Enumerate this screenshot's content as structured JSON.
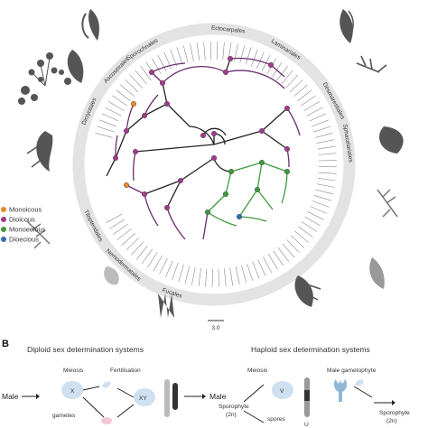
{
  "panelA": {
    "orders": [
      {
        "label": "Ectocarpales",
        "angle": -84
      },
      {
        "label": "Laminariales",
        "angle": -58
      },
      {
        "label": "Desmarestiales",
        "angle": -28
      },
      {
        "label": "Sphacelariales",
        "angle": -9
      },
      {
        "label": "Fucales",
        "angle": 108
      },
      {
        "label": "Nemodermatales",
        "angle": 132
      },
      {
        "label": "Tilopteridales",
        "angle": 153
      },
      {
        "label": "Dictyotales",
        "angle": -157
      },
      {
        "label": "Ascoseirales",
        "angle": -136
      },
      {
        "label": "Sporochnales",
        "angle": -122
      }
    ],
    "legend": [
      {
        "label": "Monoicous",
        "color": "#e8892a"
      },
      {
        "label": "Dioicous",
        "color": "#a23a8a"
      },
      {
        "label": "Monoecious",
        "color": "#3f9a3e"
      },
      {
        "label": "Dioecious",
        "color": "#2f6fb0"
      }
    ],
    "scale_label": "3.0"
  },
  "panelB": {
    "letter": "B",
    "diploid": {
      "title": "Diploid sex determination systems",
      "meiosis": "Meiosis",
      "fertilisation": "Fertilisation",
      "male_in": "Male",
      "male_out": "Male",
      "gametes": "gametes",
      "xy": "XY",
      "x": "X"
    },
    "haploid": {
      "title": "Haploid sex determination systems",
      "meiosis": "Meiosis",
      "male_gametophyte": "Male gametophyte",
      "sporophyte_in": "Sporophyte",
      "sporophyte_in_ploidy": "(2n)",
      "sporophyte_out": "Sporophyte",
      "sporophyte_out_ploidy": "(2n)",
      "spores": "spores",
      "v": "V",
      "u": "U"
    }
  }
}
